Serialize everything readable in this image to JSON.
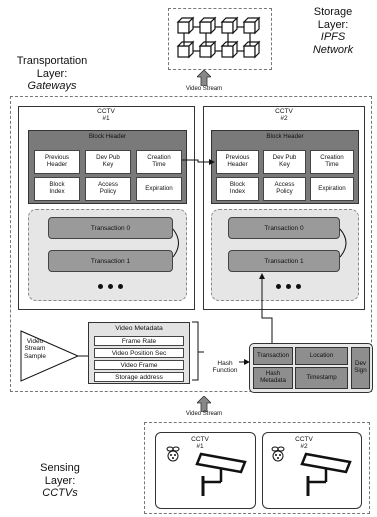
{
  "storage_layer": {
    "title": "Storage\nLayer:",
    "subtitle": "IPFS\nNetwork"
  },
  "transport_layer": {
    "title": "Transportation\nLayer:",
    "subtitle": "Gateways"
  },
  "sensing_layer": {
    "title": "Sensing\nLayer:",
    "subtitle": "CCTVs"
  },
  "video_stream_top": "Video Stream",
  "video_stream_bottom": "Video Stream",
  "blocks": [
    {
      "cctv_label": "CCTV\n#1",
      "header_title": "Block Header",
      "cells": [
        "Previous\nHeader",
        "Dev Pub\nKey",
        "Creation\nTime",
        "Block\nIndex",
        "Access\nPolicy",
        "Expiration"
      ],
      "transactions": [
        "Transaction 0",
        "Transaction 1"
      ]
    },
    {
      "cctv_label": "CCTV\n#2",
      "header_title": "Block Header",
      "cells": [
        "Previous\nHeader",
        "Dev Pub\nKey",
        "Creation\nTime",
        "Block\nIndex",
        "Access\nPolicy",
        "Expiration"
      ],
      "transactions": [
        "Transaction 0",
        "Transaction 1"
      ]
    }
  ],
  "video_stream_sample": "Video\nStream\nSample",
  "video_metadata": {
    "title": "Video Metadata",
    "items": [
      "Frame Rate",
      "Video Position Sec",
      "Video Frame",
      "Storage address"
    ]
  },
  "hash_function": "Hash\nFunction",
  "transaction_box": {
    "transaction": "Transaction",
    "location": "Location",
    "dev_sign": "Dev\nSign",
    "hash_metadata": "Hash\nMetadata",
    "timestamp": "Timestamp"
  },
  "cameras": [
    {
      "label": "CCTV\n#1"
    },
    {
      "label": "CCTV\n#2"
    }
  ]
}
